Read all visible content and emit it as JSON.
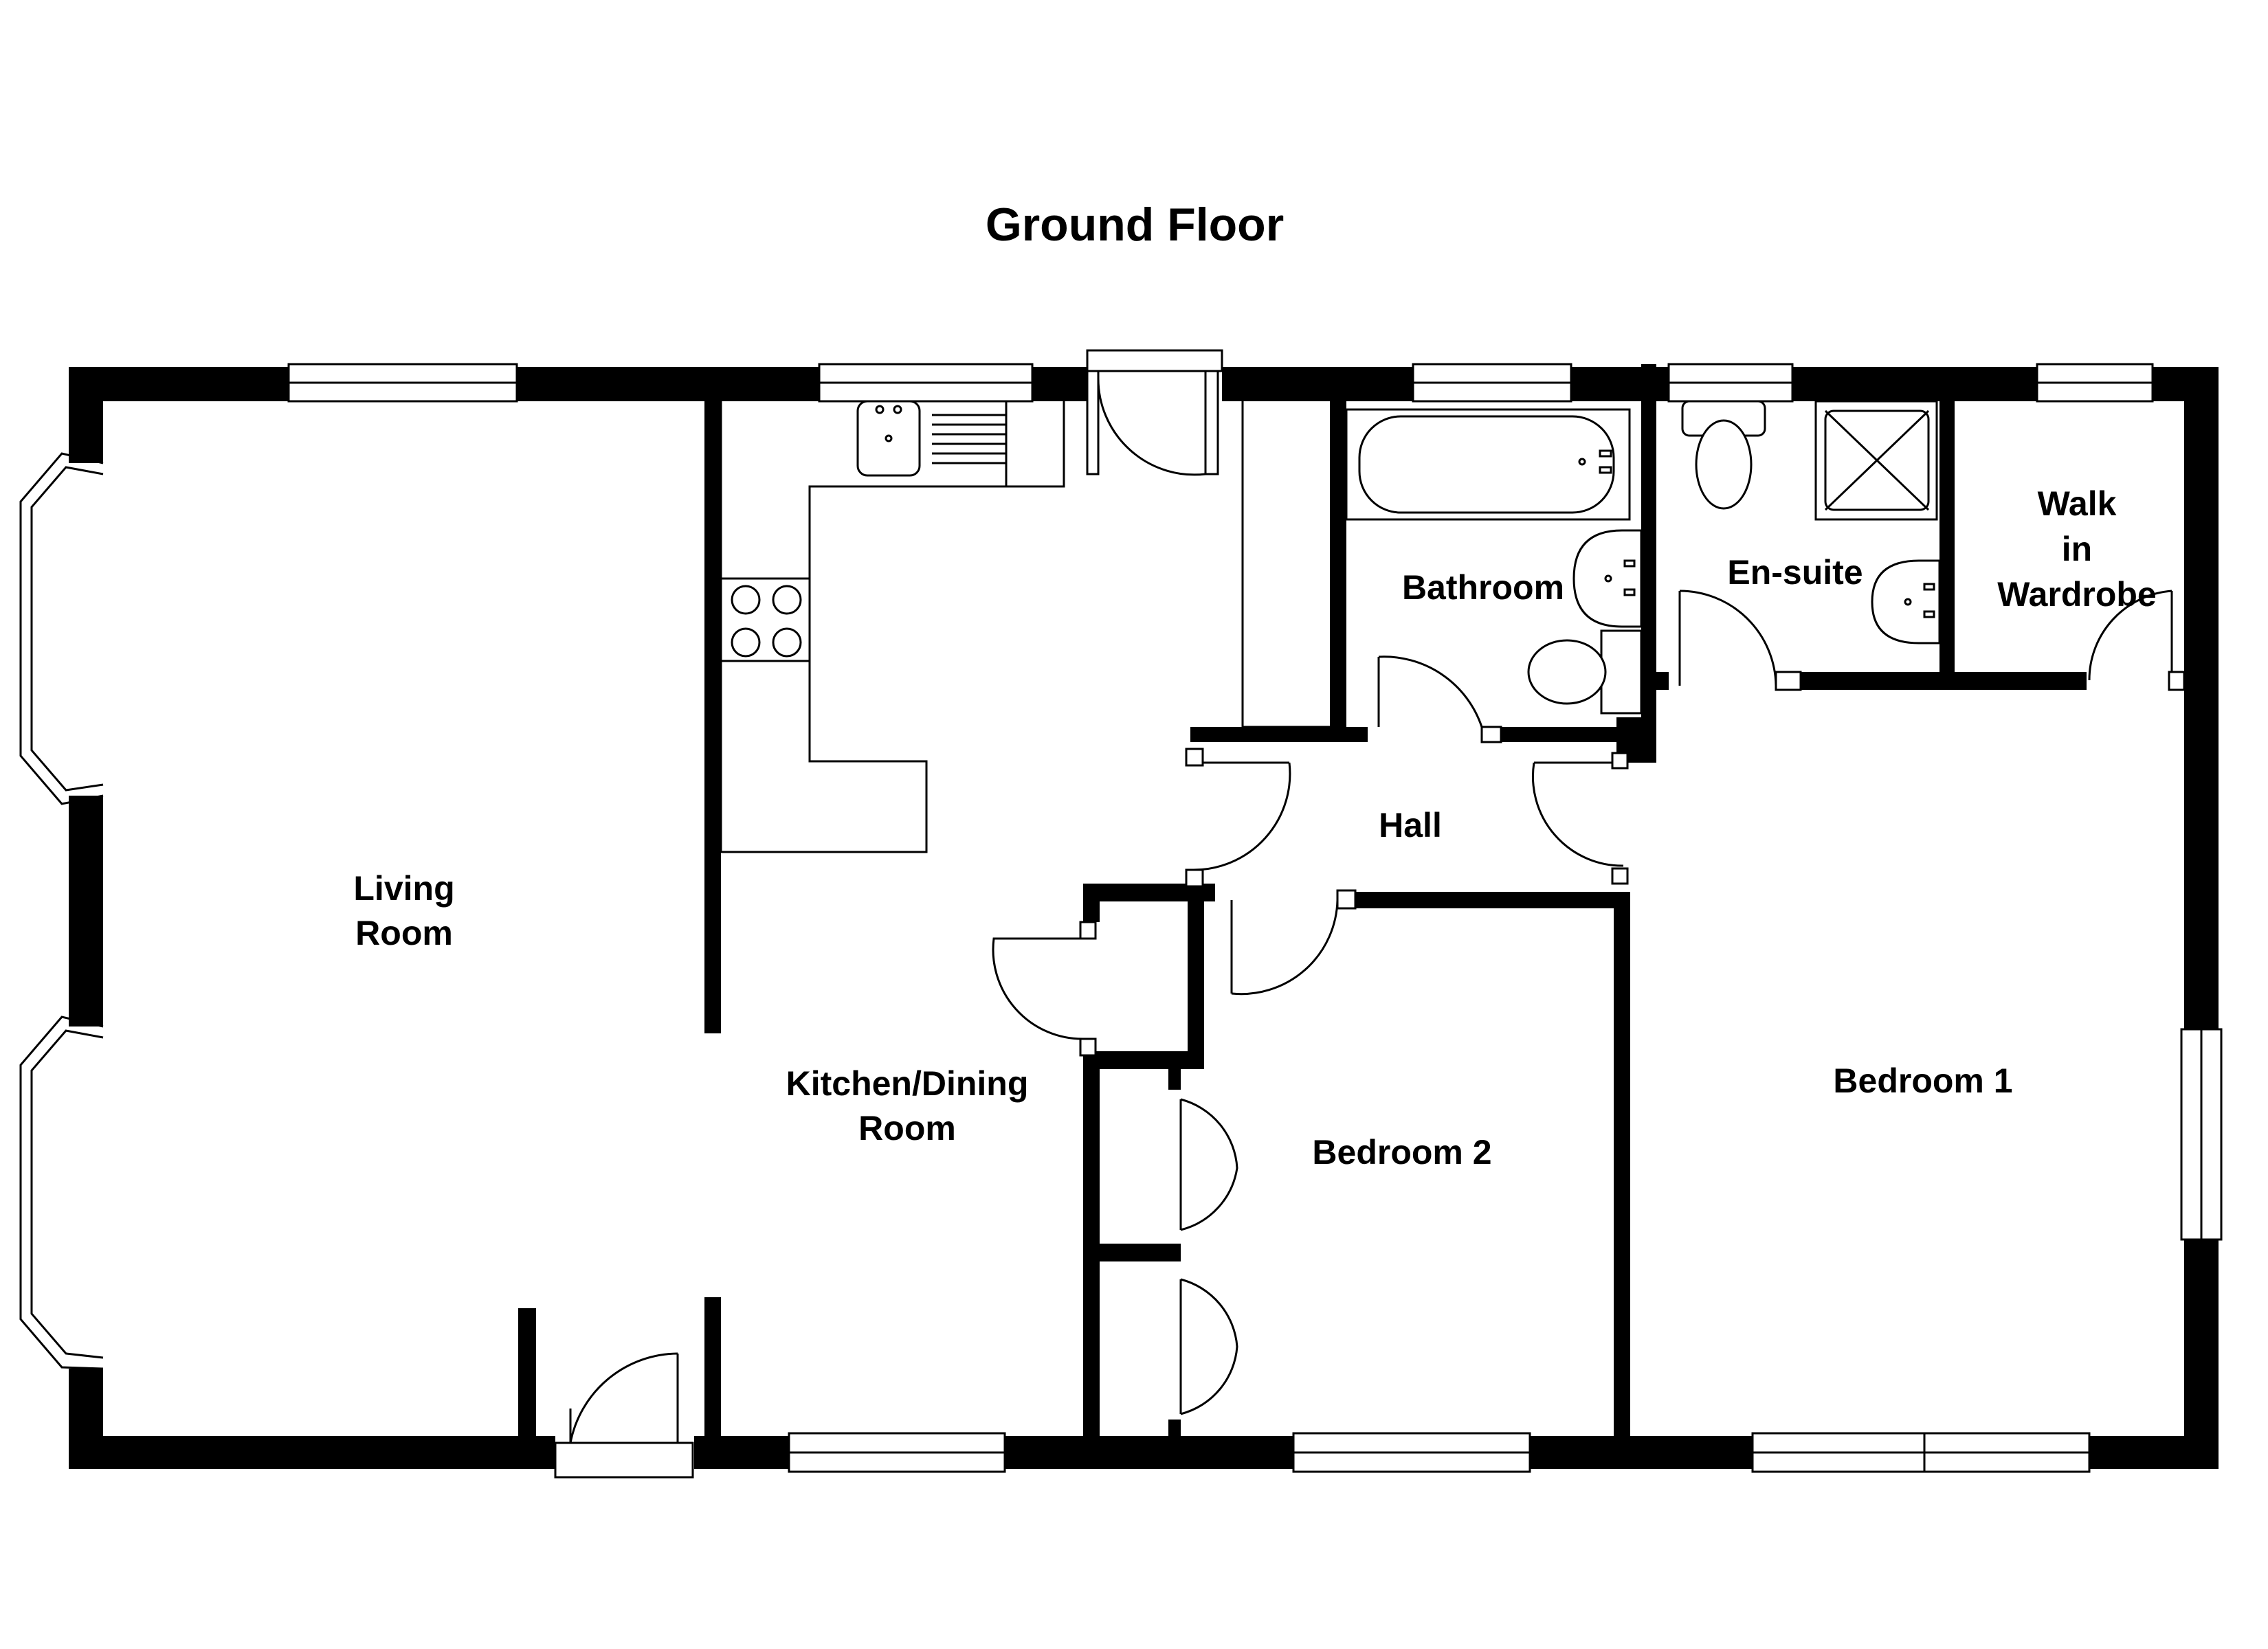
{
  "title": "Ground Floor",
  "rooms": {
    "living_line1": "Living",
    "living_line2": "Room",
    "kitchen_line1": "Kitchen/Dining",
    "kitchen_line2": "Room",
    "bathroom": "Bathroom",
    "ensuite": "En-suite",
    "walkin_line1": "Walk",
    "walkin_line2": "in",
    "walkin_line3": "Wardrobe",
    "hall": "Hall",
    "bedroom2": "Bedroom 2",
    "bedroom1": "Bedroom 1"
  }
}
